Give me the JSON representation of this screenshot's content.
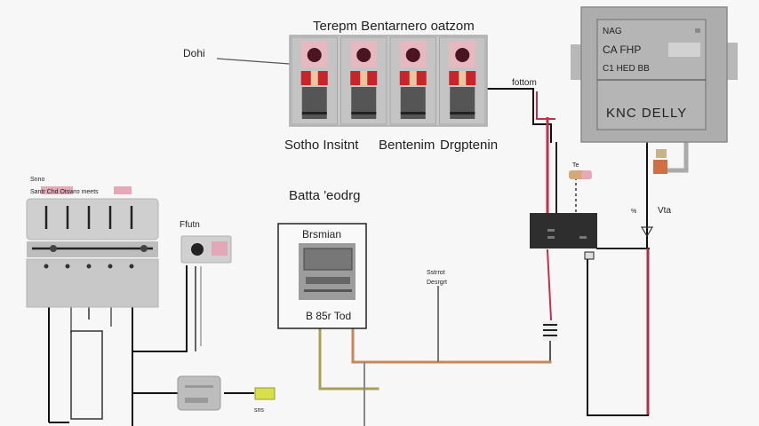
{
  "diagram": {
    "top_panel": {
      "title": "Terepm Bentarnero oatzom",
      "left_callout": "Dohi",
      "right_callout": "fottom",
      "breaker_count": 4,
      "captions": [
        "Sotho Insitnt",
        "Bentenim",
        "Drgptenin"
      ]
    },
    "meter_box": {
      "rows": [
        "NAG",
        "CA FHP",
        "C1 HED BB"
      ],
      "brand": "KNC DELLY"
    },
    "left_strip": {
      "title": "Snno",
      "subtitle": "Santr Chd Otswro meets"
    },
    "sensor": {
      "label": "Ffutn"
    },
    "center_box": {
      "section_title": "Batta 'eodrg",
      "title": "Brsmian",
      "footer": "B 85r Tod"
    },
    "junction_label": {
      "line1": "Sstrrot",
      "line2": "Desrgrt"
    },
    "fuse_label": "Te",
    "right_labels": {
      "left": "%",
      "right": "Vta"
    },
    "bottom_module": {
      "tag": "sns"
    },
    "colors": {
      "red_wire": "#c0314a",
      "orange_wire": "#c8875a",
      "yellow_wire": "#c9c070",
      "black_wire": "#111111",
      "panel_gray": "#c6c6c6",
      "breaker_red": "#c8242c",
      "tag_yellow": "#d7e04a"
    }
  }
}
